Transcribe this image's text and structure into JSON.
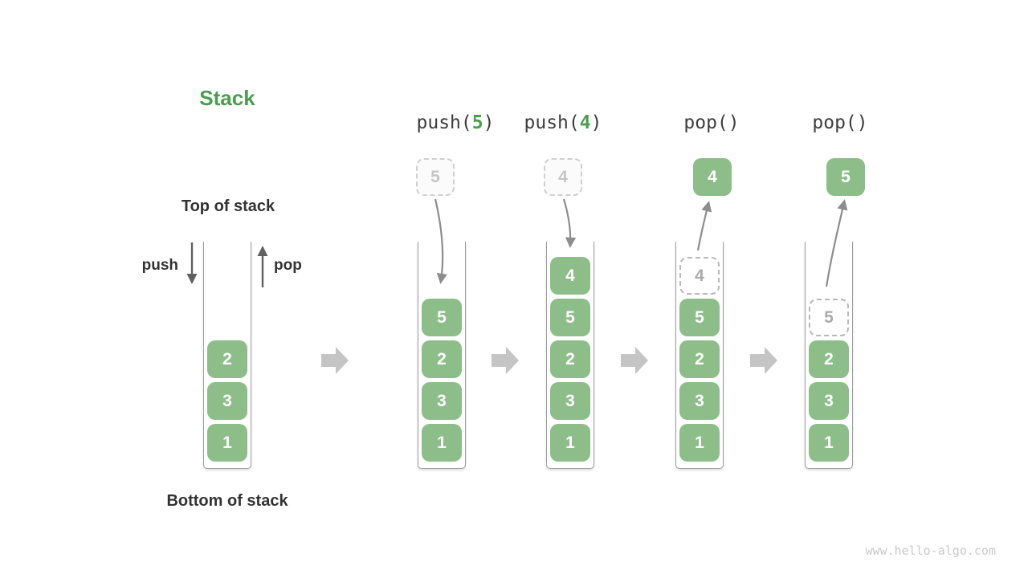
{
  "title": "Stack",
  "labels": {
    "top": "Top of stack",
    "bottom": "Bottom of stack",
    "push": "push",
    "pop": "pop"
  },
  "watermark": "www.hello-algo.com",
  "colors": {
    "accent_green": "#4b9e50",
    "box_green": "#8dbe8a",
    "box_text": "#ffffff",
    "ghost_border": "#d0d0d0",
    "ghost_text": "#c5c5c5",
    "container_border": "#9e9e9e",
    "curved_arrow": "#8d8d8d",
    "push_pop_arrow": "#606060",
    "step_arrow": "#c5c5c5",
    "label_text": "#333333",
    "op_text": "#3d3d3d",
    "watermark_text": "#c9c9c9"
  },
  "main_stack": {
    "items": [
      "2",
      "3",
      "1"
    ]
  },
  "steps": [
    {
      "op": {
        "pre": "push(",
        "arg": "5",
        "post": ")"
      },
      "floating": {
        "value": "5",
        "style": "ghost"
      },
      "stack": [
        "5",
        "2",
        "3",
        "1"
      ]
    },
    {
      "op": {
        "pre": "push(",
        "arg": "4",
        "post": ")"
      },
      "floating": {
        "value": "4",
        "style": "ghost"
      },
      "stack": [
        "4",
        "5",
        "2",
        "3",
        "1"
      ]
    },
    {
      "op": {
        "pre": "pop()",
        "arg": "",
        "post": ""
      },
      "floating": {
        "value": "4",
        "style": "solid"
      },
      "stack": [
        "4",
        "5",
        "2",
        "3",
        "1"
      ],
      "ghost_index": 0
    },
    {
      "op": {
        "pre": "pop()",
        "arg": "",
        "post": ""
      },
      "floating": {
        "value": "5",
        "style": "solid"
      },
      "stack": [
        "5",
        "2",
        "3",
        "1"
      ],
      "ghost_index": 0
    }
  ]
}
